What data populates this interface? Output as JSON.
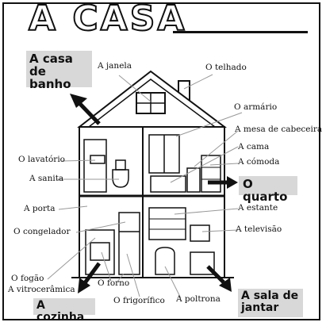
{
  "title": "A CASA",
  "rooms": {
    "bathroom": "A casa de banho",
    "bedroom": "O quarto",
    "kitchen": "A cozinha",
    "dining_room": "A sala de jantar"
  },
  "labels": {
    "window": "A janela",
    "roof": "O telhado",
    "wardrobe": "O armário",
    "nightstand": "A mesa de cabeceira",
    "bed": "A cama",
    "dresser": "A cómoda",
    "washbasin": "O lavatório",
    "toilet": "A sanita",
    "door": "A porta",
    "freezer": "O congelador",
    "bookcase": "A estante",
    "television": "A televisão",
    "stove": "O fogão",
    "ceramic_hob": "A vitrocerâmica",
    "oven": "O forno",
    "fridge": "O frigorífico",
    "armchair": "A poltrona"
  }
}
